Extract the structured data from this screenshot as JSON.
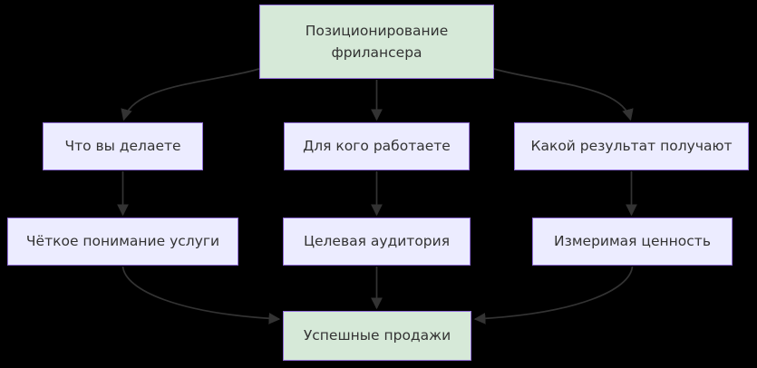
{
  "diagram": {
    "type": "flowchart",
    "direction": "top-down",
    "nodes": {
      "root": {
        "label": "Позиционирование фрилансера",
        "style": "highlight"
      },
      "what": {
        "label": "Что вы делаете",
        "style": "default"
      },
      "whom": {
        "label": "Для кого работаете",
        "style": "default"
      },
      "result": {
        "label": "Какой результат получают",
        "style": "default"
      },
      "clarity": {
        "label": "Чёткое понимание услуги",
        "style": "default"
      },
      "audience": {
        "label": "Целевая аудитория",
        "style": "default"
      },
      "value": {
        "label": "Измеримая ценность",
        "style": "default"
      },
      "sales": {
        "label": "Успешные продажи",
        "style": "highlight"
      }
    },
    "edges": [
      {
        "from": "root",
        "to": "what"
      },
      {
        "from": "root",
        "to": "whom"
      },
      {
        "from": "root",
        "to": "result"
      },
      {
        "from": "what",
        "to": "clarity"
      },
      {
        "from": "whom",
        "to": "audience"
      },
      {
        "from": "result",
        "to": "value"
      },
      {
        "from": "clarity",
        "to": "sales"
      },
      {
        "from": "audience",
        "to": "sales"
      },
      {
        "from": "value",
        "to": "sales"
      }
    ],
    "colors": {
      "background": "#000000",
      "highlight_fill": "#d6e9d8",
      "node_fill": "#ececff",
      "node_border": "#9370db",
      "arrow": "#333333",
      "text": "#333333"
    }
  }
}
